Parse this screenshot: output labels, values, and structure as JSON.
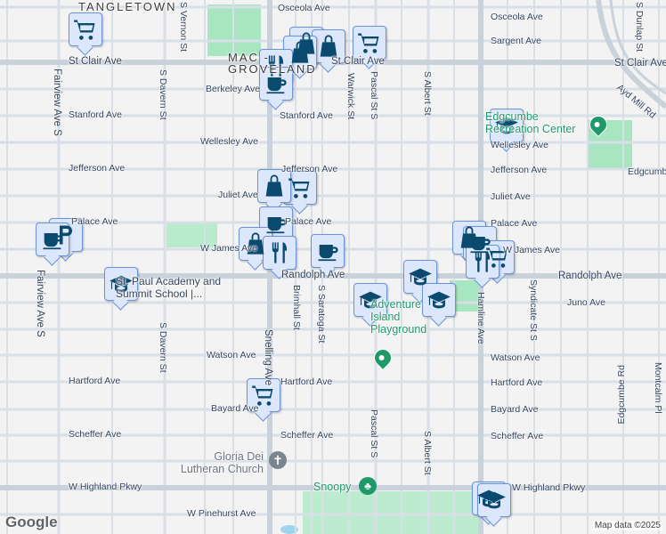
{
  "neighborhoods": [
    "TANGLETOWN",
    "MAC - GROVELAND"
  ],
  "streets": {
    "osceola": "Osceola Ave",
    "osceola_e": "Osceola Ave",
    "sargent": "Sargent Ave",
    "st_clair_w": "St Clair Ave",
    "st_clair_c": "St Clair Ave",
    "st_clair_e": "St Clair Ave",
    "berkeley": "Berkeley Ave",
    "stanford_w": "Stanford Ave",
    "stanford_c": "Stanford Ave",
    "wellesley_w": "Wellesley Ave",
    "wellesley_e": "Wellesley Ave",
    "jefferson_w": "Jefferson Ave",
    "jefferson_c": "Jefferson Ave",
    "jefferson_e": "Jefferson Ave",
    "juliet_w": "Juliet Ave",
    "juliet_e": "Juliet Ave",
    "palace_w": "Palace Ave",
    "palace_c": "Palace Ave",
    "palace_e": "Palace Ave",
    "james_w": "W James Ave",
    "james_e": "W James Ave",
    "randolph_c": "Randolph Ave",
    "randolph_e": "Randolph Ave",
    "juno": "Juno Ave",
    "watson_w": "Watson Ave",
    "watson_e": "Watson Ave",
    "hartford_w": "Hartford Ave",
    "hartford_c": "Hartford Ave",
    "hartford_e": "Hartford Ave",
    "bayard_w": "Bayard Ave",
    "bayard_e": "Bayard Ave",
    "scheffer_w": "Scheffer Ave",
    "scheffer_c": "Scheffer Ave",
    "scheffer_e": "Scheffer Ave",
    "highland_w": "W Highland Pkwy",
    "highland_e": "W Highland Pkwy",
    "pinehurst": "W Pinehurst Ave",
    "edgcumbe_e": "Edgcumbe Rd",
    "ayd_mill": "Ayd Mill Rd",
    "fairview": "Fairview Ave S",
    "fairview_s": "Fairview Ave S",
    "davern_n": "S Davern St",
    "davern_s": "S Davern St",
    "vernon": "S Vernon St",
    "warwick": "Warwick St",
    "pascal_n": "Pascal St S",
    "pascal_s": "Pascal St S",
    "albert_n": "S Albert St",
    "albert_s": "S Albert St",
    "dunlap": "S Dunlap St",
    "snelling": "Snelling Ave",
    "brimhall": "Brimhall St",
    "saratoga": "S Saratoga St",
    "syndicate": "Syndicate St S",
    "edgcumbe_rd": "Edgcumbe Rd",
    "montcalm": "Montcalm Pl",
    "hamline": "Hamline Ave"
  },
  "places": {
    "edgcumbe": "Edgcumbe Recreation Center",
    "academy": "St. Paul Academy and Summit School |...",
    "playground": "Adventure Island Playground",
    "church": "Gloria Dei Lutheran Church",
    "snoopy": "Snoopy"
  },
  "markers": [
    {
      "icon": "cart-icon"
    },
    {
      "icon": "parking-icon"
    },
    {
      "icon": "cup-icon"
    },
    {
      "icon": "shopping-bag-icon"
    },
    {
      "icon": "shopping-bag-icon"
    },
    {
      "icon": "shopping-bag-icon"
    },
    {
      "icon": "restaurant-icon"
    },
    {
      "icon": "cup-icon"
    },
    {
      "icon": "cart-icon"
    },
    {
      "icon": "cart-icon"
    },
    {
      "icon": "shopping-bag-icon"
    },
    {
      "icon": "cup-icon"
    },
    {
      "icon": "shopping-bag-icon"
    },
    {
      "icon": "restaurant-icon"
    },
    {
      "icon": "cup-icon"
    },
    {
      "icon": "school-icon"
    },
    {
      "icon": "school-icon"
    },
    {
      "icon": "school-icon"
    },
    {
      "icon": "school-icon"
    },
    {
      "icon": "school-icon"
    },
    {
      "icon": "shopping-bag-icon"
    },
    {
      "icon": "cup-icon"
    },
    {
      "icon": "cart-icon"
    },
    {
      "icon": "restaurant-icon"
    },
    {
      "icon": "cart-icon"
    },
    {
      "icon": "school-icon"
    },
    {
      "icon": "school-icon"
    }
  ],
  "colors": {
    "park": "#a8e6c1",
    "road": "#d9dfe6",
    "major_road": "#c9d1da",
    "marker_bg": "#dce7fb",
    "marker_icon": "#0b4a6f",
    "poi_green": "#1e9a6a"
  },
  "footer": {
    "logo": "Google",
    "attribution": "Map data ©2025"
  }
}
